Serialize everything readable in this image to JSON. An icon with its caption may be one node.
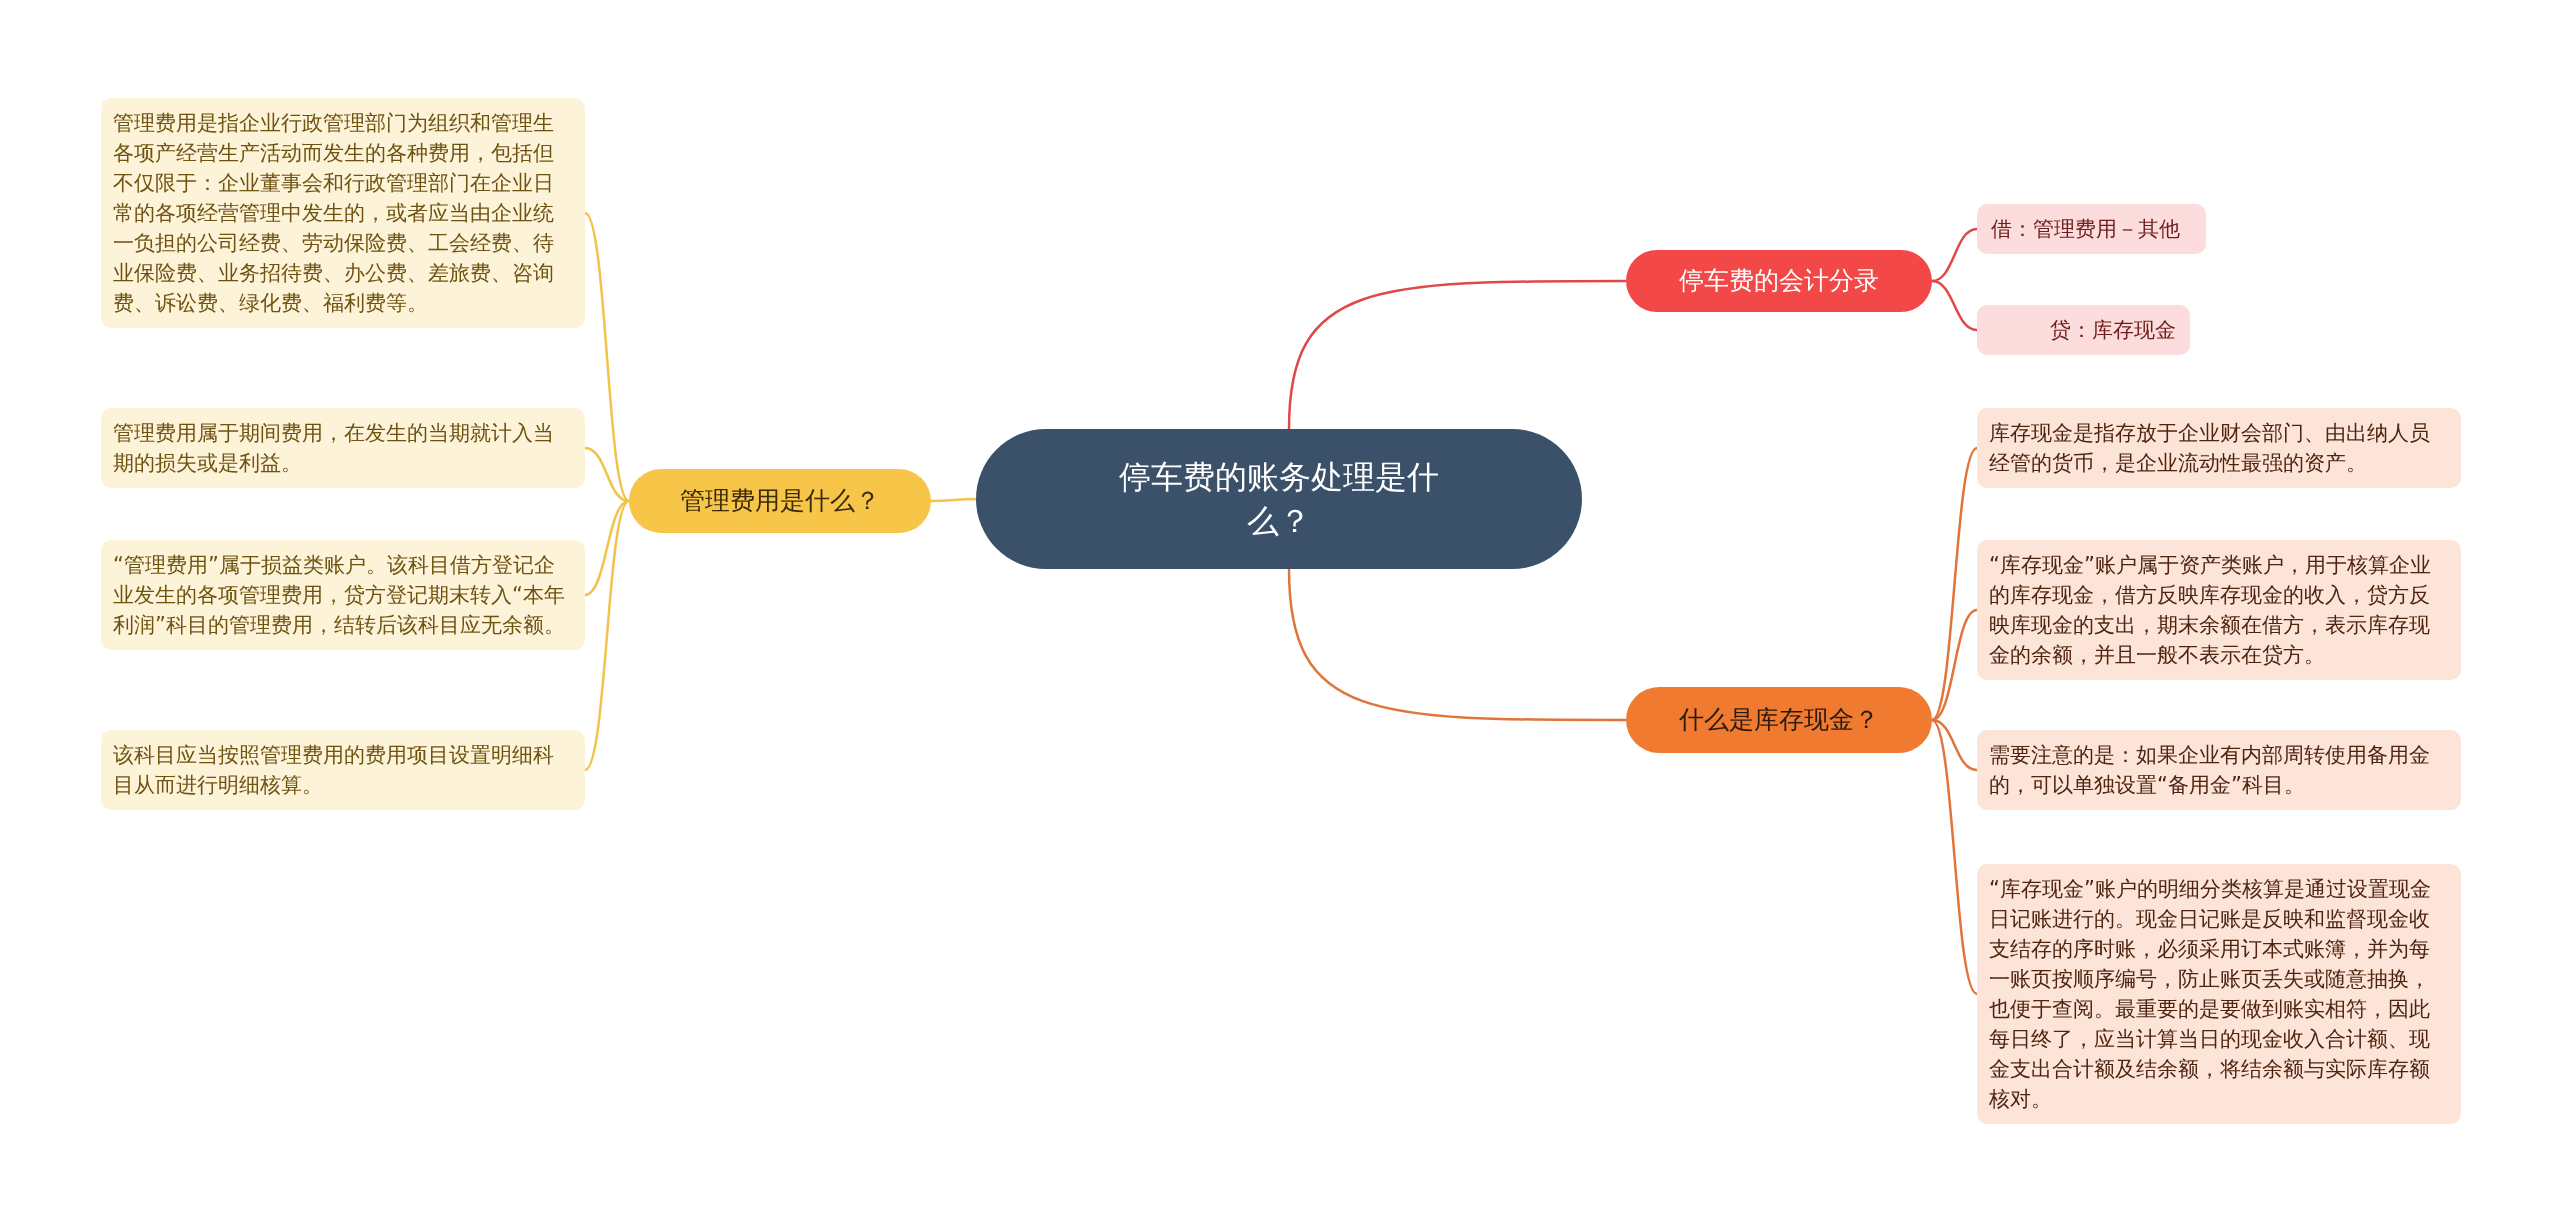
{
  "diagram": {
    "nodes": [
      {
        "text": [
          "停车费的账务处理是什么？"
        ]
      },
      {
        "text": [
          "停车费的会计分录"
        ]
      },
      {
        "text": [
          "借：管理费用－其他"
        ]
      },
      {
        "text": [
          "贷：库存现金"
        ]
      },
      {
        "text": [
          "什么是库存现金？"
        ]
      },
      {
        "text": [
          "库存现金是指存放于企业财会部门、由出纳人员经管的货币，是企业流动性最强的资产。"
        ]
      },
      {
        "text": [
          "“库存现金”账户属于资产类账户，用于核算企业的库存现金，借方反映库存现金的收入，贷方反映库现金的支出，期末余额在借方，表示库存现金的余额，并且一般不表示在贷方。"
        ]
      },
      {
        "text": [
          "需要注意的是：如果企业有内部周转使用备用金的，可以单独设置“备用金”科目。"
        ]
      },
      {
        "text": [
          "“库存现金”账户的明细分类核算是通过设置现金日记账进行的。现金日记账是反映和监督现金收支结存的序时账，必须采用订本式账簿，并为每一账页按顺序编号，防止账页丢失或随意抽换，也便于查阅。最重要的是要做到账实相符，因此每日终了，应当计算当日的现金收入合计额、现金支出合计额及结余额，将结余额与实际库存额核对。"
        ]
      },
      {
        "text": [
          "管理费用是什么？"
        ]
      },
      {
        "text": [
          "管理费用是指企业行政管理部门为组织和管理生各项产经营生产活动而发生的各种费用，包括但不仅限于：企业董事会和行政管理部门在企业日常的各项经营管理中发生的，或者应当由企业统一负担的公司经费、劳动保险费、工会经费、待业保险费、业务招待费、办公费、差旅费、咨询费、诉讼费、绿化费、福利费等。"
        ]
      },
      {
        "text": [
          "管理费用属于期间费用，在发生的当期就计入当期的损失或是利益。"
        ]
      },
      {
        "text": [
          "“管理费用”属于损益类账户。该科目借方登记企业发生的各项管理费用，贷方登记期末转入“本年利润”科目的管理费用，结转后该科目应无余额。"
        ]
      },
      {
        "text": [
          "该科目应当按照管理费用的费用项目设置明细科目从而进行明细核算。"
        ]
      }
    ],
    "edges": [
      {
        "from": 0,
        "to": 1,
        "arrow": "none",
        "color": "#e04848"
      },
      {
        "from": 1,
        "to": 2,
        "arrow": "none",
        "color": "#e04848"
      },
      {
        "from": 1,
        "to": 3,
        "arrow": "none",
        "color": "#e04848"
      },
      {
        "from": 0,
        "to": 4,
        "arrow": "none",
        "color": "#e0743a"
      },
      {
        "from": 4,
        "to": 5,
        "arrow": "none",
        "color": "#e0743a"
      },
      {
        "from": 4,
        "to": 6,
        "arrow": "none",
        "color": "#e0743a"
      },
      {
        "from": 4,
        "to": 7,
        "arrow": "none",
        "color": "#e0743a"
      },
      {
        "from": 4,
        "to": 8,
        "arrow": "none",
        "color": "#e0743a"
      },
      {
        "from": 0,
        "to": 9,
        "arrow": "none",
        "color": "#f2c24a"
      },
      {
        "from": 9,
        "to": 10,
        "arrow": "none",
        "color": "#f2c24a"
      },
      {
        "from": 9,
        "to": 11,
        "arrow": "none",
        "color": "#f2c24a"
      },
      {
        "from": 9,
        "to": 12,
        "arrow": "none",
        "color": "#f2c24a"
      },
      {
        "from": 9,
        "to": 13,
        "arrow": "none",
        "color": "#f2c24a"
      }
    ]
  }
}
